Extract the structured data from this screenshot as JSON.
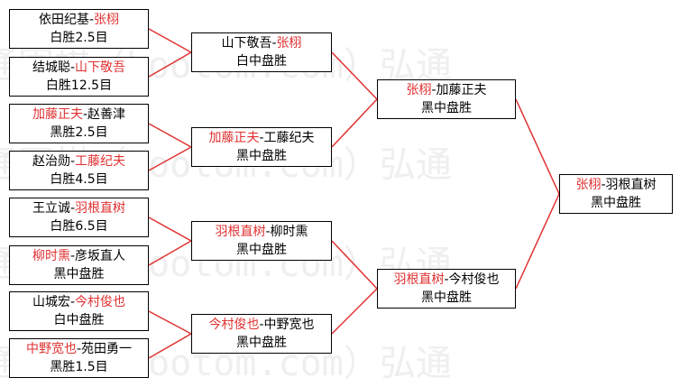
{
  "watermark": "弘通围棋（hootom.com）弘通",
  "colors": {
    "winner": "#e03131",
    "line": "#e03131",
    "border": "#000000"
  },
  "round1": [
    {
      "p1": "依田纪基",
      "p2": "张栩",
      "winner": 2,
      "result": "白胜2.5目"
    },
    {
      "p1": "结城聪",
      "p2": "山下敬吾",
      "winner": 2,
      "result": "白胜12.5目"
    },
    {
      "p1": "加藤正夫",
      "p2": "赵善津",
      "winner": 1,
      "result": "黑胜2.5目"
    },
    {
      "p1": "赵治勋",
      "p2": "工藤纪夫",
      "winner": 2,
      "result": "白胜4.5目"
    },
    {
      "p1": "王立诚",
      "p2": "羽根直树",
      "winner": 2,
      "result": "白胜6.5目"
    },
    {
      "p1": "柳时熏",
      "p2": "彦坂直人",
      "winner": 1,
      "result": "黑中盘胜"
    },
    {
      "p1": "山城宏",
      "p2": "今村俊也",
      "winner": 2,
      "result": "白中盘胜"
    },
    {
      "p1": "中野宽也",
      "p2": "苑田勇一",
      "winner": 1,
      "result": "黑胜1.5目"
    }
  ],
  "round2": [
    {
      "p1": "山下敬吾",
      "p2": "张栩",
      "winner": 2,
      "result": "白中盘胜"
    },
    {
      "p1": "加藤正夫",
      "p2": "工藤纪夫",
      "winner": 1,
      "result": "黑中盘胜"
    },
    {
      "p1": "羽根直树",
      "p2": "柳时熏",
      "winner": 1,
      "result": "黑中盘胜"
    },
    {
      "p1": "今村俊也",
      "p2": "中野宽也",
      "winner": 1,
      "result": "黑中盘胜"
    }
  ],
  "round3": [
    {
      "p1": "张栩",
      "p2": "加藤正夫",
      "winner": 1,
      "result": "黑中盘胜"
    },
    {
      "p1": "羽根直树",
      "p2": "今村俊也",
      "winner": 1,
      "result": "黑中盘胜"
    }
  ],
  "final": [
    {
      "p1": "张栩",
      "p2": "羽根直树",
      "winner": 1,
      "result": "黑中盘胜"
    }
  ]
}
